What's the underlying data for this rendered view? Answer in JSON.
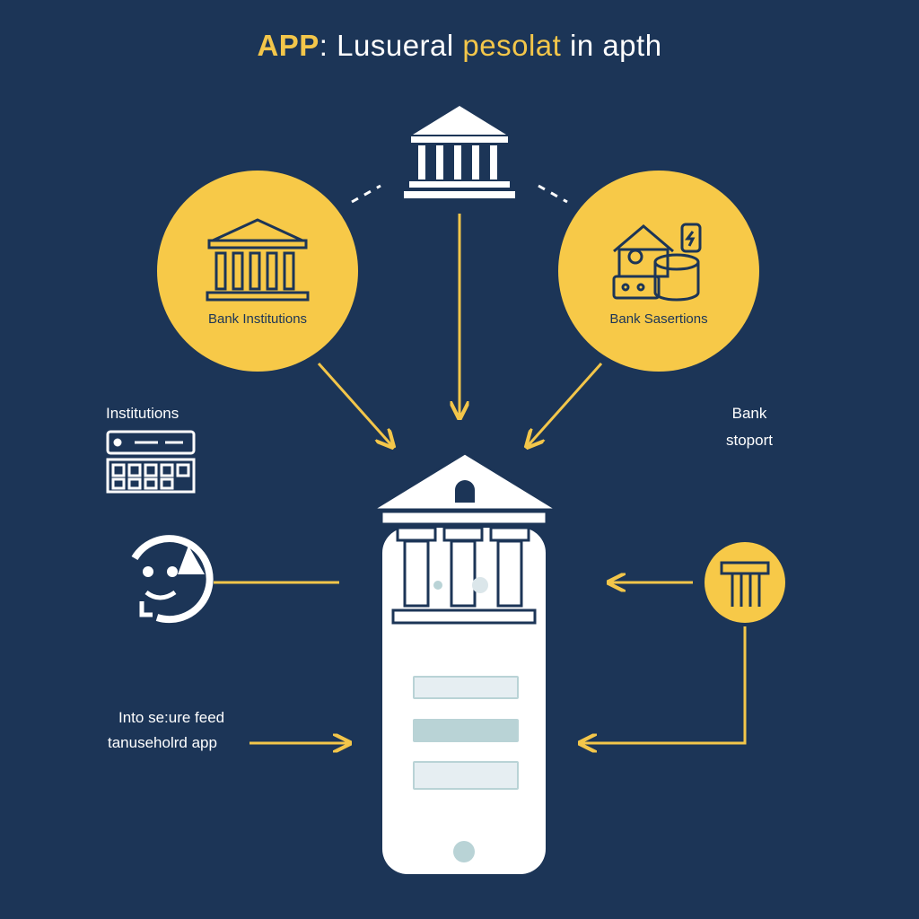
{
  "title": {
    "part1": "APP",
    "part2": ": Lusueral ",
    "part3": "pesolat",
    "part4": " in apth"
  },
  "left_circle": {
    "label": "Bank Institutions",
    "icon": "bank-building-icon"
  },
  "right_circle": {
    "label": "Bank Sasertions",
    "icon": "house-and-coins-icon"
  },
  "top_icon": "bank-building-icon",
  "side_labels": {
    "left_top": "Institutions",
    "right_top_line1": "Bank",
    "right_top_line2": "stoport",
    "left_bottom_line1": "Into se:ure feed",
    "left_bottom_line2": "tanuseholrd app"
  },
  "colors": {
    "background": "#1c3557",
    "accent": "#f7c948",
    "white": "#ffffff",
    "phone_field": "#b9d3d6"
  }
}
